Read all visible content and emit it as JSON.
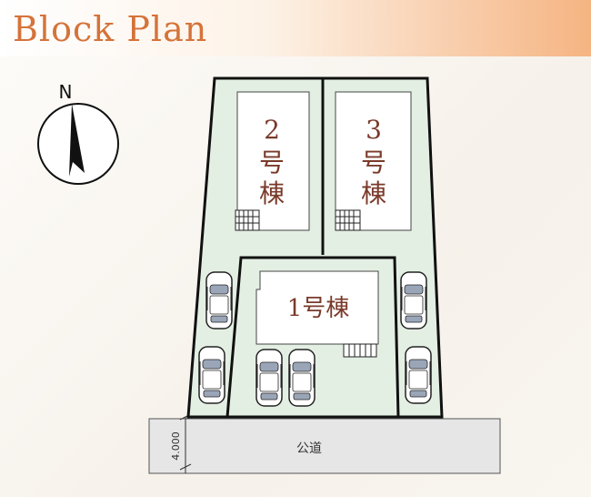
{
  "header": {
    "title": "Block Plan"
  },
  "compass": {
    "label": "N"
  },
  "buildings": {
    "b2": {
      "num": "2",
      "char1": "号",
      "char2": "棟"
    },
    "b3": {
      "num": "3",
      "char1": "号",
      "char2": "棟"
    },
    "b1": {
      "label": "1号棟"
    }
  },
  "road": {
    "label": "公道",
    "width": "4.000"
  },
  "colors": {
    "banner_text": "#d5733a",
    "lot_fill": "#e4efe4",
    "building_text": "#7a3a2a",
    "road_fill": "#e6e6e6"
  }
}
